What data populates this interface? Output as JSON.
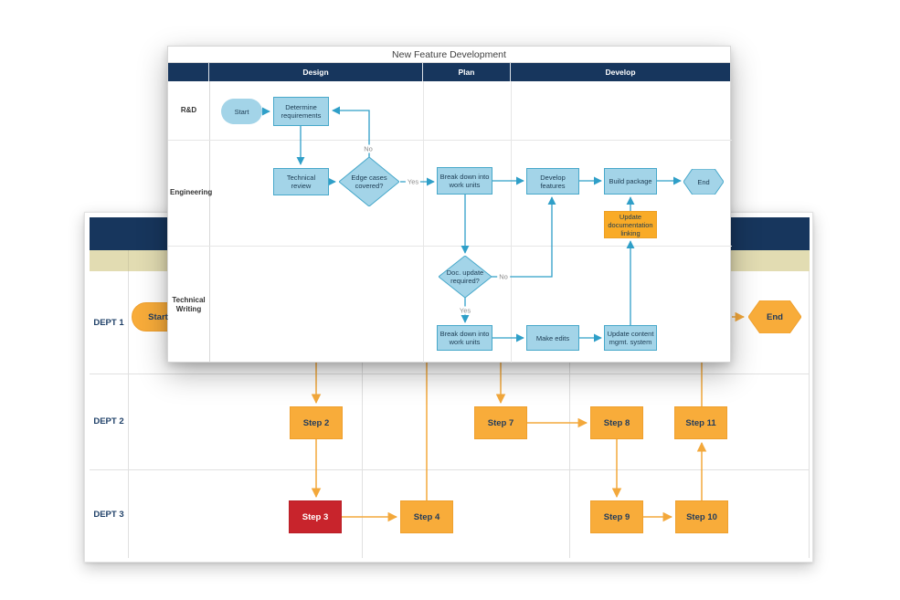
{
  "foreground": {
    "title": "New Feature Development",
    "phases": [
      "Design",
      "Plan",
      "Develop"
    ],
    "lanes": [
      "R&D",
      "Engineering",
      "Technical Writing"
    ],
    "nodes": {
      "start": "Start",
      "determine_requirements": "Determine requirements",
      "technical_review": "Technical review",
      "edge_cases": "Edge cases covered?",
      "breakdown_eng": "Break down into work units",
      "develop_features": "Develop features",
      "build_package": "Build package",
      "end": "End",
      "update_doc_linking": "Update documentation linking",
      "doc_update": "Doc. update required?",
      "breakdown_tw": "Break down into work units",
      "make_edits": "Make edits",
      "update_cms": "Update content mgmt. system"
    },
    "edge_labels": {
      "no_requirements": "No",
      "yes_edge_cases": "Yes",
      "no_doc_update": "No",
      "yes_doc_update": "Yes"
    }
  },
  "background": {
    "lanes": [
      "DEPT 1",
      "DEPT 2",
      "DEPT 3"
    ],
    "nodes": {
      "start": "Start",
      "step2": "Step 2",
      "step3": "Step 3",
      "step4": "Step 4",
      "step7": "Step 7",
      "step8": "Step 8",
      "step9": "Step 9",
      "step10": "Step 10",
      "step11": "Step 11",
      "end": "End"
    }
  },
  "colors": {
    "navy_header": "#17365D",
    "tan_band": "#E2DCB2",
    "blue_shape_fill": "#A3D4E8",
    "blue_shape_border": "#47A8CA",
    "blue_connector": "#2F9FC8",
    "orange_shape_fill": "#F8AC3A",
    "orange_connector": "#F3A83B",
    "red_shape_fill": "#C8242C",
    "shape_text": "#1F3A5C"
  }
}
